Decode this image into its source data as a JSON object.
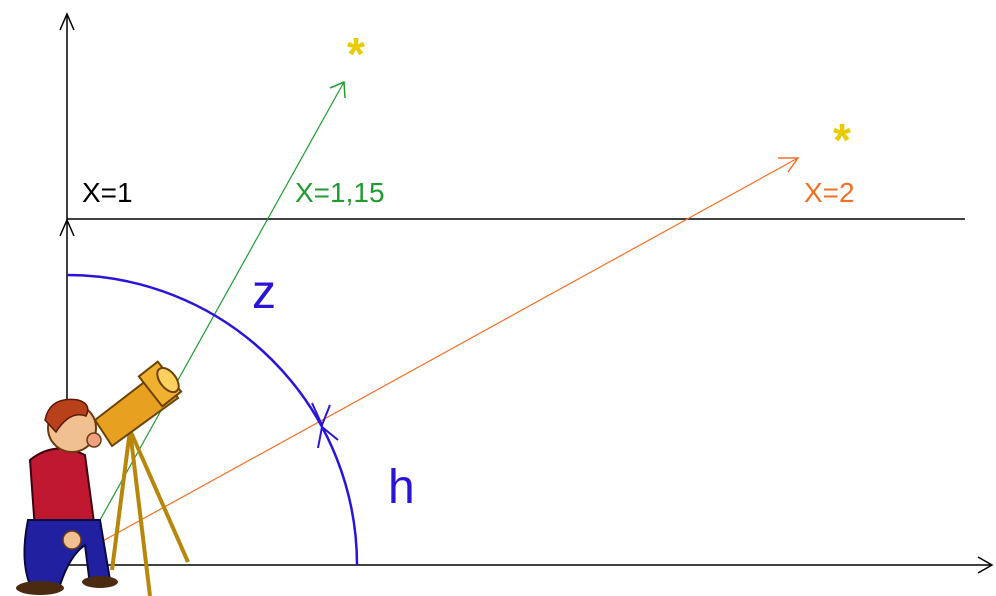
{
  "labels": {
    "x_one": "X=1",
    "x_green": "X=1,15",
    "x_orange": "X=2",
    "zenith": "z",
    "altitude": "h",
    "star_a": "*",
    "star_b": "*"
  },
  "colors": {
    "axis": "#000000",
    "green_ray": "#1f9b30",
    "orange_ray": "#f07028",
    "arc": "#2a14d8",
    "star": "#e8cc00"
  },
  "icons": {
    "observer": "astronomer-with-telescope-icon"
  }
}
